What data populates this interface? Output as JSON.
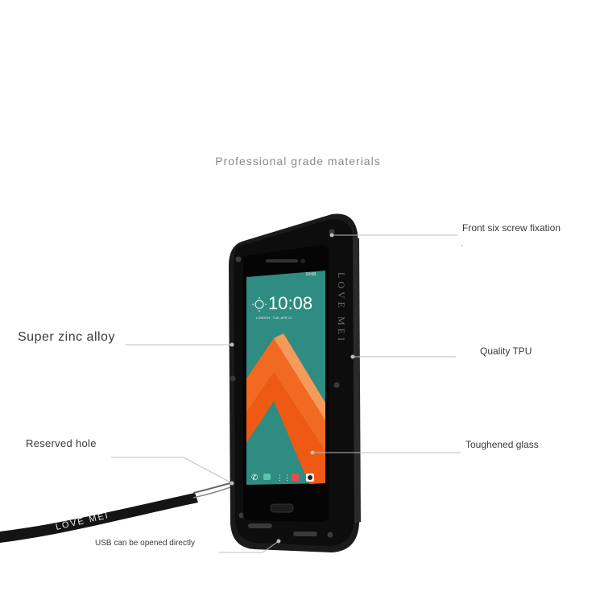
{
  "heading": "Professional grade materials",
  "callouts": {
    "front_screw": "Front six screw fixation",
    "super_zinc": "Super zinc alloy",
    "quality_tpu": "Quality TPU",
    "reserved_hole": "Reserved hole",
    "toughened_glass": "Toughened glass",
    "usb": "USB can be opened directly"
  },
  "case": {
    "brand_vertical": "LOVE MEI",
    "lanyard_text": "LOVE MEI"
  },
  "phone_screen": {
    "status_time": "10:08",
    "clock_time": "10:08",
    "date_line": "LONDON · TUE, APR 12",
    "accent_orange": "#f26a21",
    "screen_teal": "#2f8c82"
  }
}
